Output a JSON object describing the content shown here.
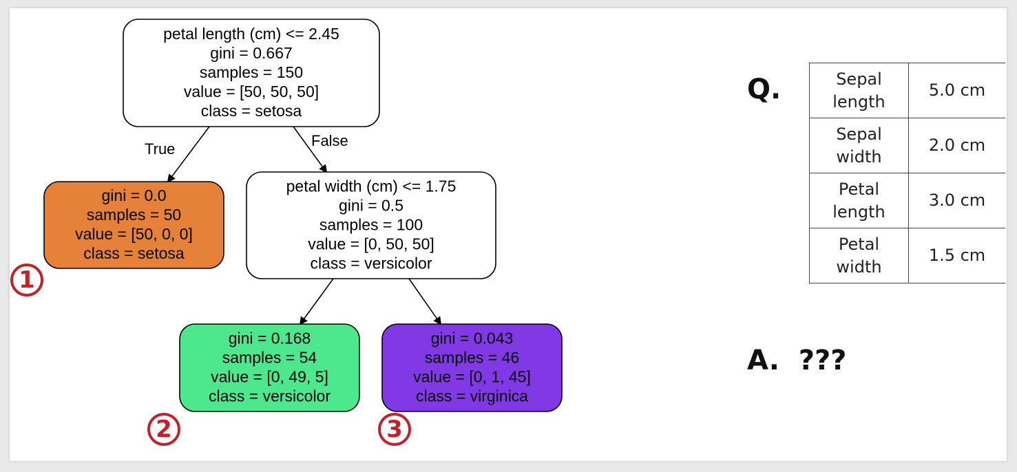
{
  "tree": {
    "nodes": [
      {
        "id": "root",
        "fill": "#ffffff",
        "lines": [
          "petal length (cm) <= 2.45",
          "gini = 0.667",
          "samples = 150",
          "value = [50, 50, 50]",
          "class = setosa"
        ]
      },
      {
        "id": "leaf1",
        "fill": "#e58139",
        "lines": [
          "gini = 0.0",
          "samples = 50",
          "value = [50, 0, 0]",
          "class = setosa"
        ]
      },
      {
        "id": "split2",
        "fill": "#ffffff",
        "lines": [
          "petal width (cm) <= 1.75",
          "gini = 0.5",
          "samples = 100",
          "value = [0, 50, 50]",
          "class = versicolor"
        ]
      },
      {
        "id": "leaf2",
        "fill": "#4de88e",
        "lines": [
          "gini = 0.168",
          "samples = 54",
          "value = [0, 49, 5]",
          "class = versicolor"
        ]
      },
      {
        "id": "leaf3",
        "fill": "#8139e5",
        "lines": [
          "gini = 0.043",
          "samples = 46",
          "value = [0, 1, 45]",
          "class = virginica"
        ]
      }
    ],
    "edges": [
      {
        "from": "root",
        "to": "leaf1",
        "label": "True"
      },
      {
        "from": "root",
        "to": "split2",
        "label": "False"
      },
      {
        "from": "split2",
        "to": "leaf2",
        "label": ""
      },
      {
        "from": "split2",
        "to": "leaf3",
        "label": ""
      }
    ],
    "markers": [
      "1",
      "2",
      "3"
    ],
    "marker_color": "#c0232a"
  },
  "question": {
    "label": "Q.",
    "rows": [
      {
        "feature": [
          "Sepal",
          "length"
        ],
        "value": "5.0 cm"
      },
      {
        "feature": [
          "Sepal",
          "width"
        ],
        "value": "2.0 cm"
      },
      {
        "feature": [
          "Petal",
          "length"
        ],
        "value": "3.0 cm"
      },
      {
        "feature": [
          "Petal",
          "width"
        ],
        "value": "1.5 cm"
      }
    ]
  },
  "answer": {
    "label": "A.",
    "text": "???"
  }
}
